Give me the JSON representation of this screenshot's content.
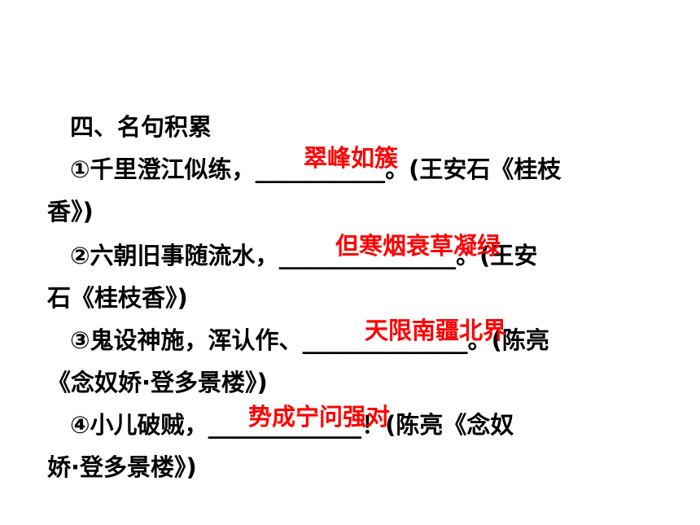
{
  "section": {
    "title": "四、名句积累"
  },
  "colors": {
    "text": "#000000",
    "answer": "#ff0000",
    "background": "#ffffff"
  },
  "items": [
    {
      "line1_prefix": "①千里澄江似练，",
      "line1_blank": "___________",
      "line1_suffix": "。(王安石《桂枝",
      "line2": "香》)",
      "answer": "翠峰如簇"
    },
    {
      "line1_prefix": "②六朝旧事随流水，",
      "line1_blank": "_______________",
      "line1_suffix": "。(王安",
      "line2": "石《桂枝香》)",
      "answer": "但寒烟衰草凝绿"
    },
    {
      "line1_prefix": "③鬼设神施，浑认作、",
      "line1_blank": "______________",
      "line1_suffix": "。(陈亮",
      "line2": "《念奴娇·登多景楼》)",
      "answer": "天限南疆北界"
    },
    {
      "line1_prefix": "④小儿破贼，",
      "line1_blank": "_____________",
      "line1_suffix": "！(陈亮《念奴",
      "line2": "娇·登多景楼》)",
      "answer": "势成宁问强对"
    }
  ]
}
